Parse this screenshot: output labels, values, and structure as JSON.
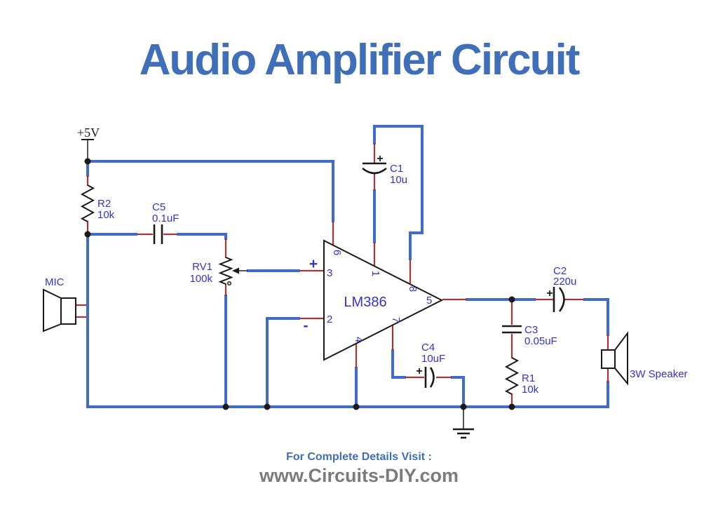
{
  "title": {
    "text": "Audio Amplifier Circuit"
  },
  "power_label": "+5V",
  "ic": {
    "name": "LM386",
    "pin1": "1",
    "pin2": "2",
    "pin3": "3",
    "pin4": "4",
    "pin5": "5",
    "pin6": "6",
    "pin7": "7",
    "pin8": "8",
    "noninv": "+",
    "inv": "-"
  },
  "components": {
    "r2": {
      "ref": "R2",
      "value": "10k"
    },
    "c5": {
      "ref": "C5",
      "value": "0.1uF"
    },
    "rv1": {
      "ref": "RV1",
      "value": "100k"
    },
    "mic": {
      "label": "MIC"
    },
    "c1": {
      "ref": "C1",
      "value": "10u",
      "polarity": "+"
    },
    "c2": {
      "ref": "C2",
      "value": "220u",
      "polarity": "+"
    },
    "c3": {
      "ref": "C3",
      "value": "0.05uF"
    },
    "c4": {
      "ref": "C4",
      "value": "10uF",
      "polarity": "+"
    },
    "r1": {
      "ref": "R1",
      "value": "10k"
    },
    "speaker": {
      "label": "3W Speaker"
    }
  },
  "footer": {
    "line1": "For Complete Details Visit :",
    "line2": "www.Circuits-DIY.com"
  },
  "colors": {
    "wire": "#3f6cc9",
    "stub": "#aa3333",
    "label": "#3333cc",
    "symbol": "#1a1a1a",
    "title": "#3e6fb8",
    "footer_heading": "#3e6fb8",
    "footer_url": "#7b7b7b",
    "background": "#ffffff"
  }
}
